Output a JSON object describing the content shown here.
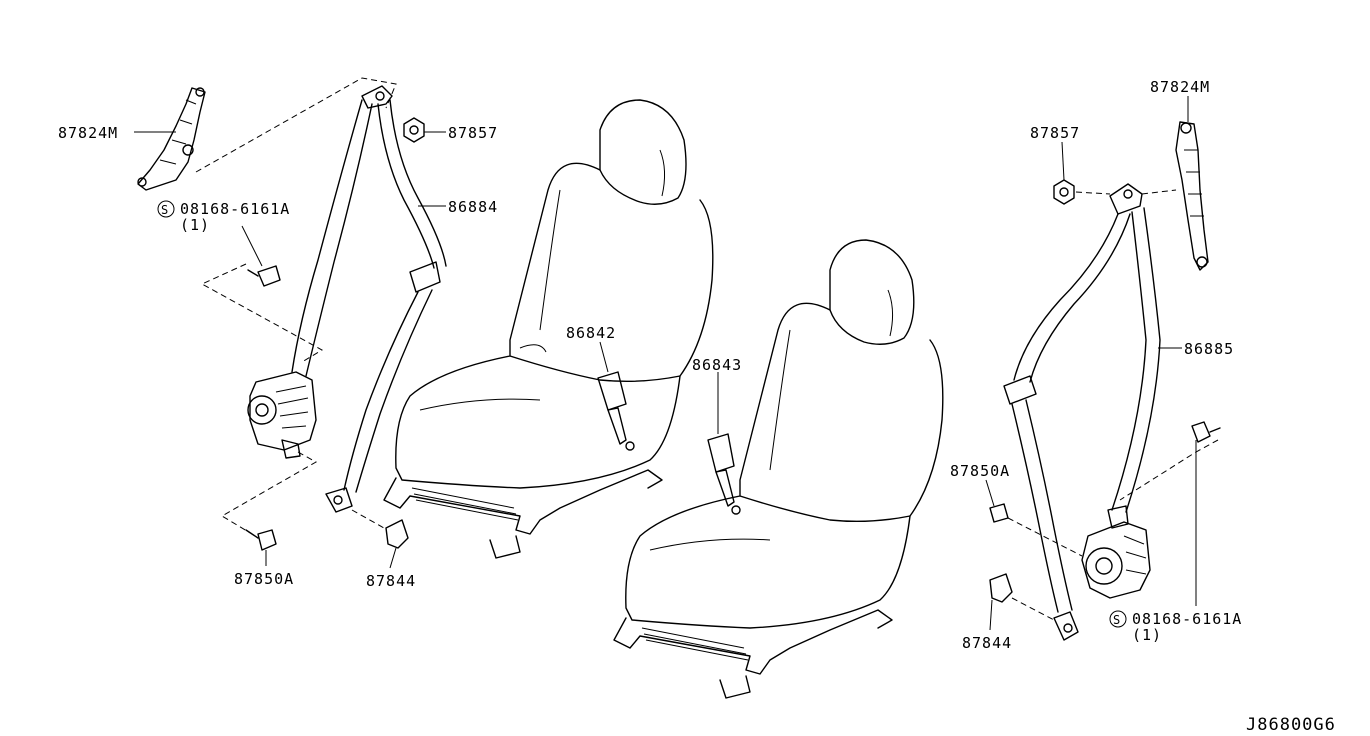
{
  "labels": {
    "p87824m_left": "87824M",
    "p87857_left": "87857",
    "p86884": "86884",
    "bolt_left": "08168-6161A",
    "bolt_left_qty": "(1)",
    "p86842": "86842",
    "p86843": "86843",
    "p87850a_left": "87850A",
    "p87844_left": "87844",
    "p87824m_right": "87824M",
    "p87857_right": "87857",
    "p86885": "86885",
    "p87850a_right": "87850A",
    "p87844_right": "87844",
    "bolt_right": "08168-6161A",
    "bolt_right_qty": "(1)",
    "s_symbol": "S",
    "diagram_ref": "J86800G6"
  }
}
